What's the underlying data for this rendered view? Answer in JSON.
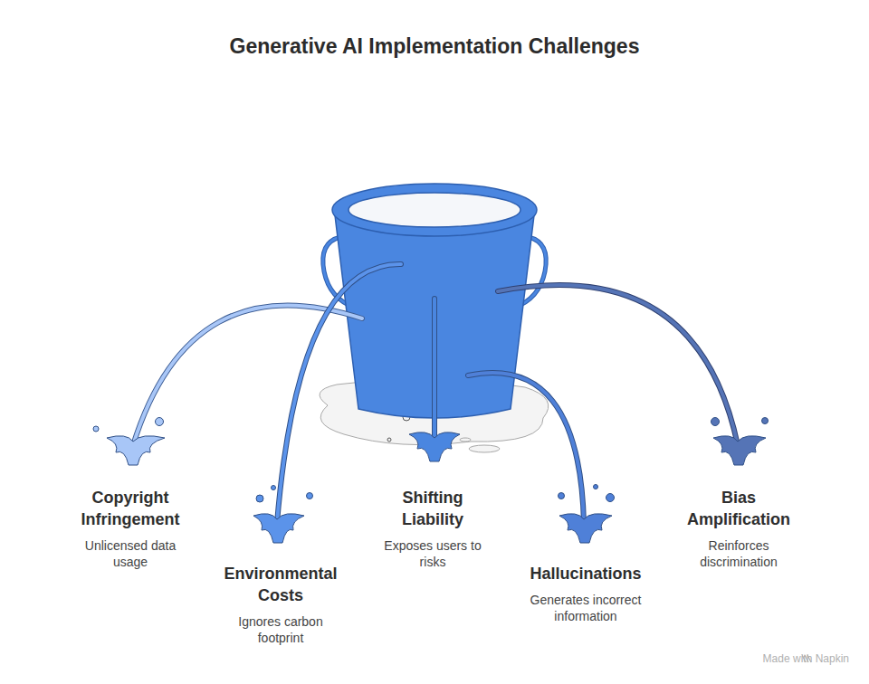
{
  "diagram": {
    "title": "Generative AI Implementation Challenges",
    "nodes": [
      {
        "text": [
          "Copyright Infringement",
          "Unlicensed data usage"
        ]
      },
      {
        "text": [
          "Environmental Costs",
          "Ignores carbon footprint"
        ]
      },
      {
        "text": [
          "Shifting Liability",
          "Exposes users to risks"
        ]
      },
      {
        "text": [
          "Hallucinations",
          "Generates incorrect information"
        ]
      },
      {
        "text": [
          "Bias Amplification",
          "Reinforces discrimination"
        ]
      }
    ],
    "labels": [
      "Made with Napkin"
    ]
  }
}
